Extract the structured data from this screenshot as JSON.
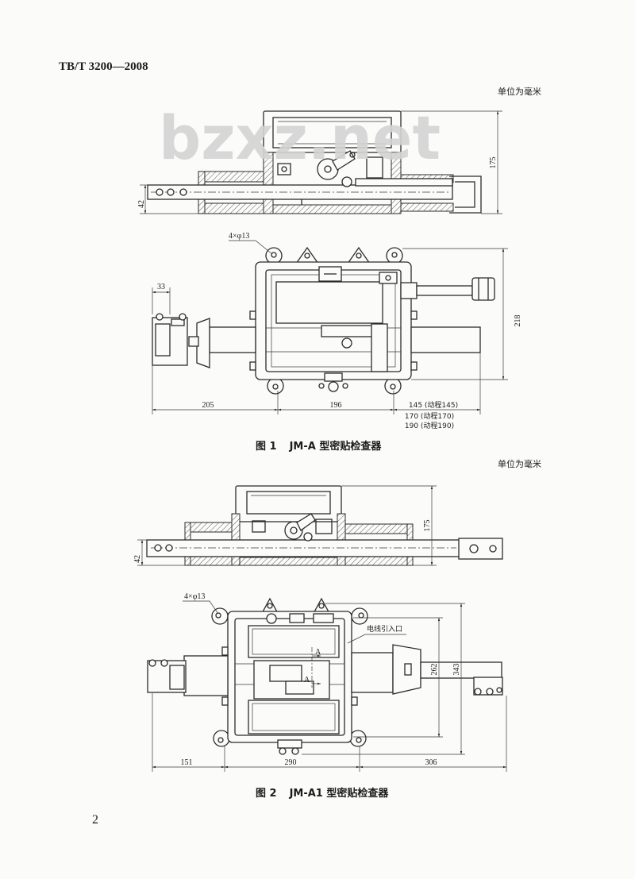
{
  "header": {
    "standard_code": "TB/T 3200—2008"
  },
  "page_number": "2",
  "watermark": "bzxz.net",
  "figure1": {
    "unit_note": "单位为毫米",
    "caption_label": "图 1",
    "caption_title": "JM-A 型密贴检查器",
    "dims": {
      "cover_height": "175",
      "rod_height": "42",
      "mount_holes": "4×φ13",
      "bracket_width": "33",
      "body_height": "218",
      "rod_extension": "205",
      "body_length": "196",
      "stroke_options": [
        "145 (动程145)",
        "170 (动程170)",
        "190 (动程190)"
      ]
    }
  },
  "figure2": {
    "unit_note": "单位为毫米",
    "caption_label": "图 2",
    "caption_title": "JM-A1 型密贴检查器",
    "dims": {
      "cover_height": "175",
      "rod_height": "42",
      "mount_holes": "4×φ13",
      "cable_entry": "电线引入口",
      "inner_height": "262",
      "outer_height": "343",
      "left_length": "151",
      "body_length": "290",
      "right_length": "306",
      "section_mark": "A"
    }
  }
}
